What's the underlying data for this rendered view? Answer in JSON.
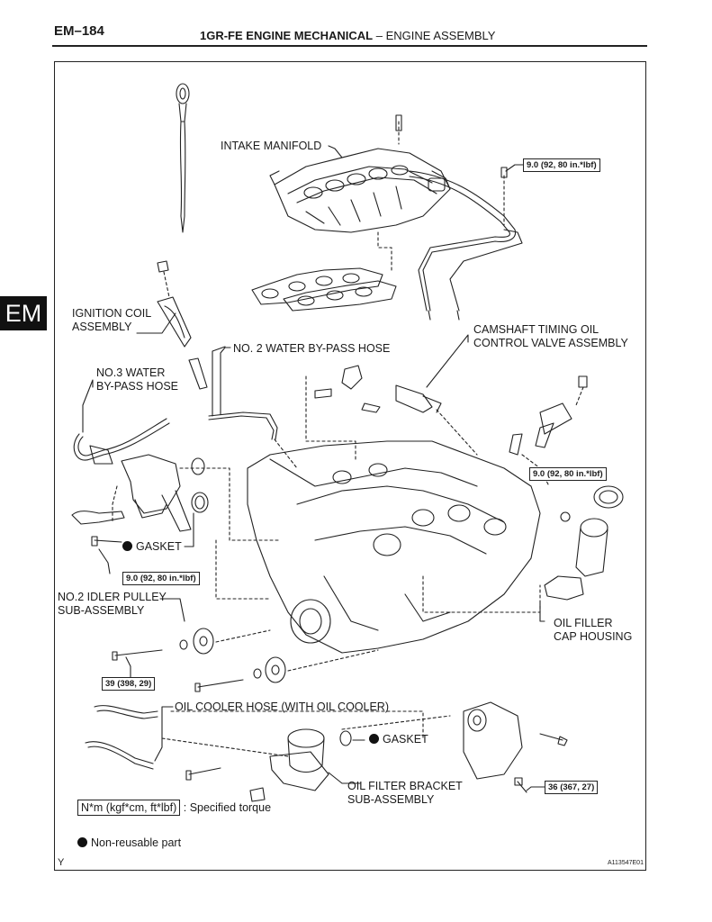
{
  "header": {
    "page_number": "EM–184",
    "section_bold": "1GR-FE ENGINE MECHANICAL",
    "section_rest": "–  ENGINE ASSEMBLY"
  },
  "side_tab": "EM",
  "labels": {
    "intake_manifold": "INTAKE MANIFOLD",
    "ignition_coil_1": "IGNITION COIL",
    "ignition_coil_2": "ASSEMBLY",
    "no2_water_bypass": "NO. 2 WATER BY-PASS HOSE",
    "camshaft_1": "CAMSHAFT TIMING OIL",
    "camshaft_2": "CONTROL VALVE ASSEMBLY",
    "no3_water_1": "NO.3 WATER",
    "no3_water_2": "BY-PASS HOSE",
    "gasket_1": "GASKET",
    "no2_idler_1": "NO.2 IDLER PULLEY",
    "no2_idler_2": "SUB-ASSEMBLY",
    "oil_filler_1": "OIL FILLER",
    "oil_filler_2": "CAP HOUSING",
    "oil_cooler_hose": "OIL COOLER HOSE (WITH OIL COOLER)",
    "gasket_2": "GASKET",
    "oil_filter_1": "OIL FILTER BRACKET",
    "oil_filter_2": "SUB-ASSEMBLY"
  },
  "torques": {
    "t1": "9.0 (92, 80 in.*lbf)",
    "t2": "9.0 (92, 80 in.*lbf)",
    "t3": "9.0 (92, 80 in.*lbf)",
    "t4": "39 (398, 29)",
    "t5": "36 (367, 27)"
  },
  "legend": {
    "torque_box": "N*m (kgf*cm, ft*lbf)",
    "torque_desc": ": Specified torque",
    "nonreusable": "Non-reusable part"
  },
  "footer": {
    "left_mark": "Y",
    "figure_id": "A113547E01"
  }
}
